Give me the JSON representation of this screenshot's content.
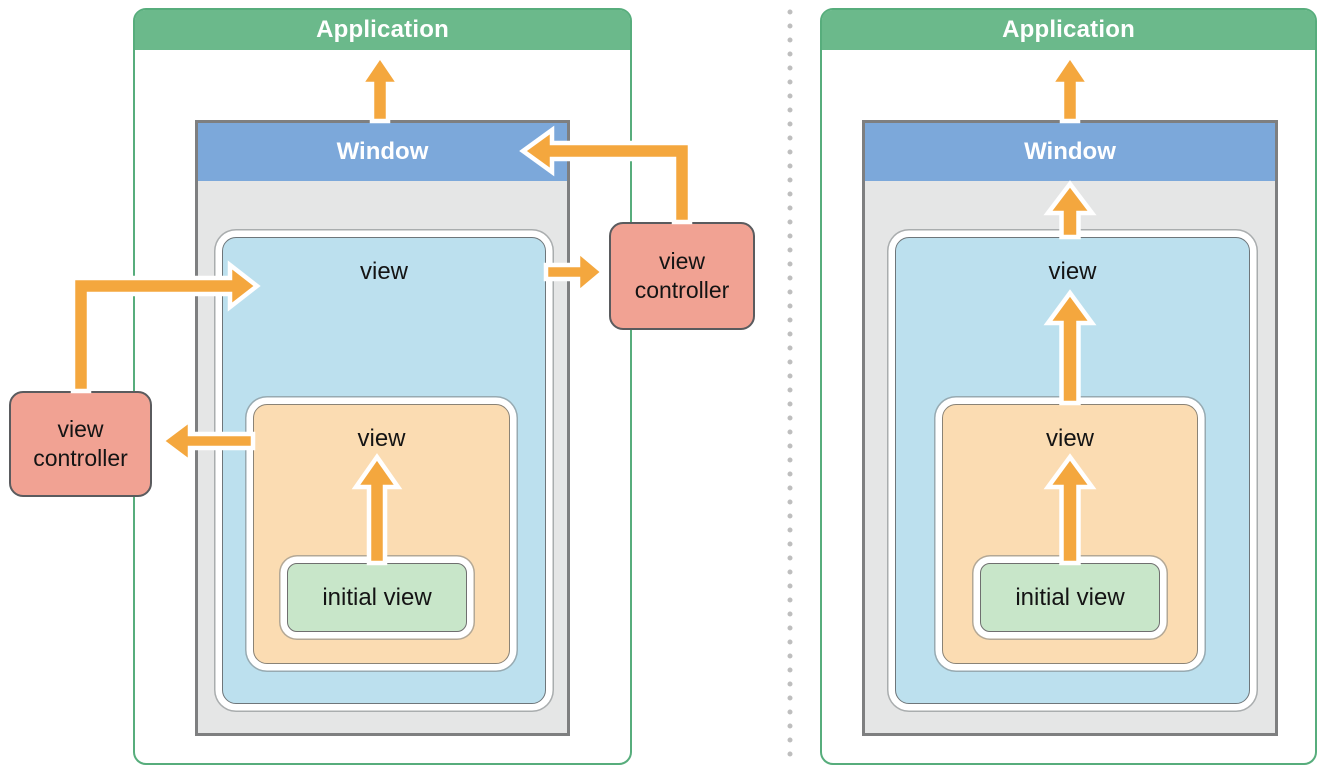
{
  "left_diagram": {
    "application_label": "Application",
    "window_label": "Window",
    "window_view_label": "view",
    "nested_view_label": "view",
    "initial_view_label": "initial view",
    "left_view_controller_label": "view controller",
    "right_view_controller_label": "view controller",
    "arrows": [
      {
        "from": "window",
        "to": "application"
      },
      {
        "from": "right view controller",
        "to": "window"
      },
      {
        "from": "view",
        "to": "right view controller"
      },
      {
        "from": "left view controller",
        "to": "view"
      },
      {
        "from": "nested view",
        "to": "left view controller"
      },
      {
        "from": "initial view",
        "to": "nested view"
      }
    ]
  },
  "right_diagram": {
    "application_label": "Application",
    "window_label": "Window",
    "window_view_label": "view",
    "nested_view_label": "view",
    "initial_view_label": "initial view",
    "arrows": [
      {
        "from": "window",
        "to": "application"
      },
      {
        "from": "view",
        "to": "window"
      },
      {
        "from": "nested view",
        "to": "view"
      },
      {
        "from": "initial view",
        "to": "nested view"
      }
    ]
  },
  "colors": {
    "application_green": "#6BB98B",
    "container_border_green": "#57AD7C",
    "window_header_blue": "#7CA8DA",
    "window_gray": "#E5E6E6",
    "view_blue": "#BCE0EE",
    "view_orange": "#FBDCB2",
    "initial_view_green": "#C8E6C9",
    "view_controller_salmon": "#F1A293",
    "arrow_orange": "#F4A73E",
    "divider_dot_gray": "#BEBEBE"
  }
}
